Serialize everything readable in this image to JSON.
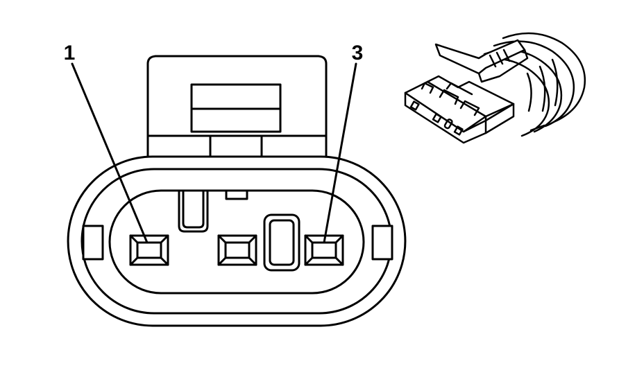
{
  "diagram": {
    "callouts": [
      {
        "id": "pin-1",
        "label": "1"
      },
      {
        "id": "pin-3",
        "label": "3"
      }
    ],
    "colors": {
      "stroke": "#000000",
      "background": "#ffffff"
    }
  }
}
